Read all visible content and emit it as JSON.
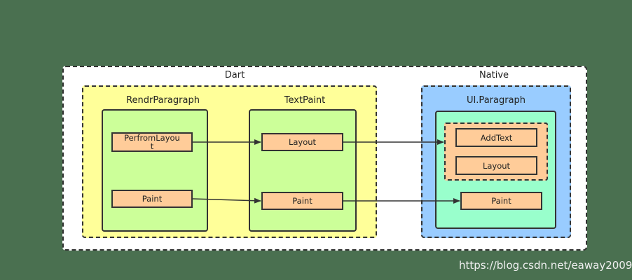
{
  "sections": {
    "dart": "Dart",
    "native": "Native"
  },
  "components": {
    "rendr_paragraph": "RendrParagraph",
    "text_paint": "TextPaint",
    "ui_paragraph": "UI.Paragraph"
  },
  "boxes": {
    "perform_layout": "PerfromLayou\nt",
    "rendr_paint": "Paint",
    "tp_layout": "Layout",
    "tp_paint": "Paint",
    "add_text": "AddText",
    "ui_layout": "Layout",
    "ui_paint": "Paint"
  },
  "watermark": "https://blog.csdn.net/eaway2009",
  "colors": {
    "background": "#4a7050",
    "dart_section": "#ffff99",
    "native_section": "#99ccff",
    "component": "#ccff99",
    "ui_component": "#99ffcc",
    "box": "#ffcc99"
  }
}
